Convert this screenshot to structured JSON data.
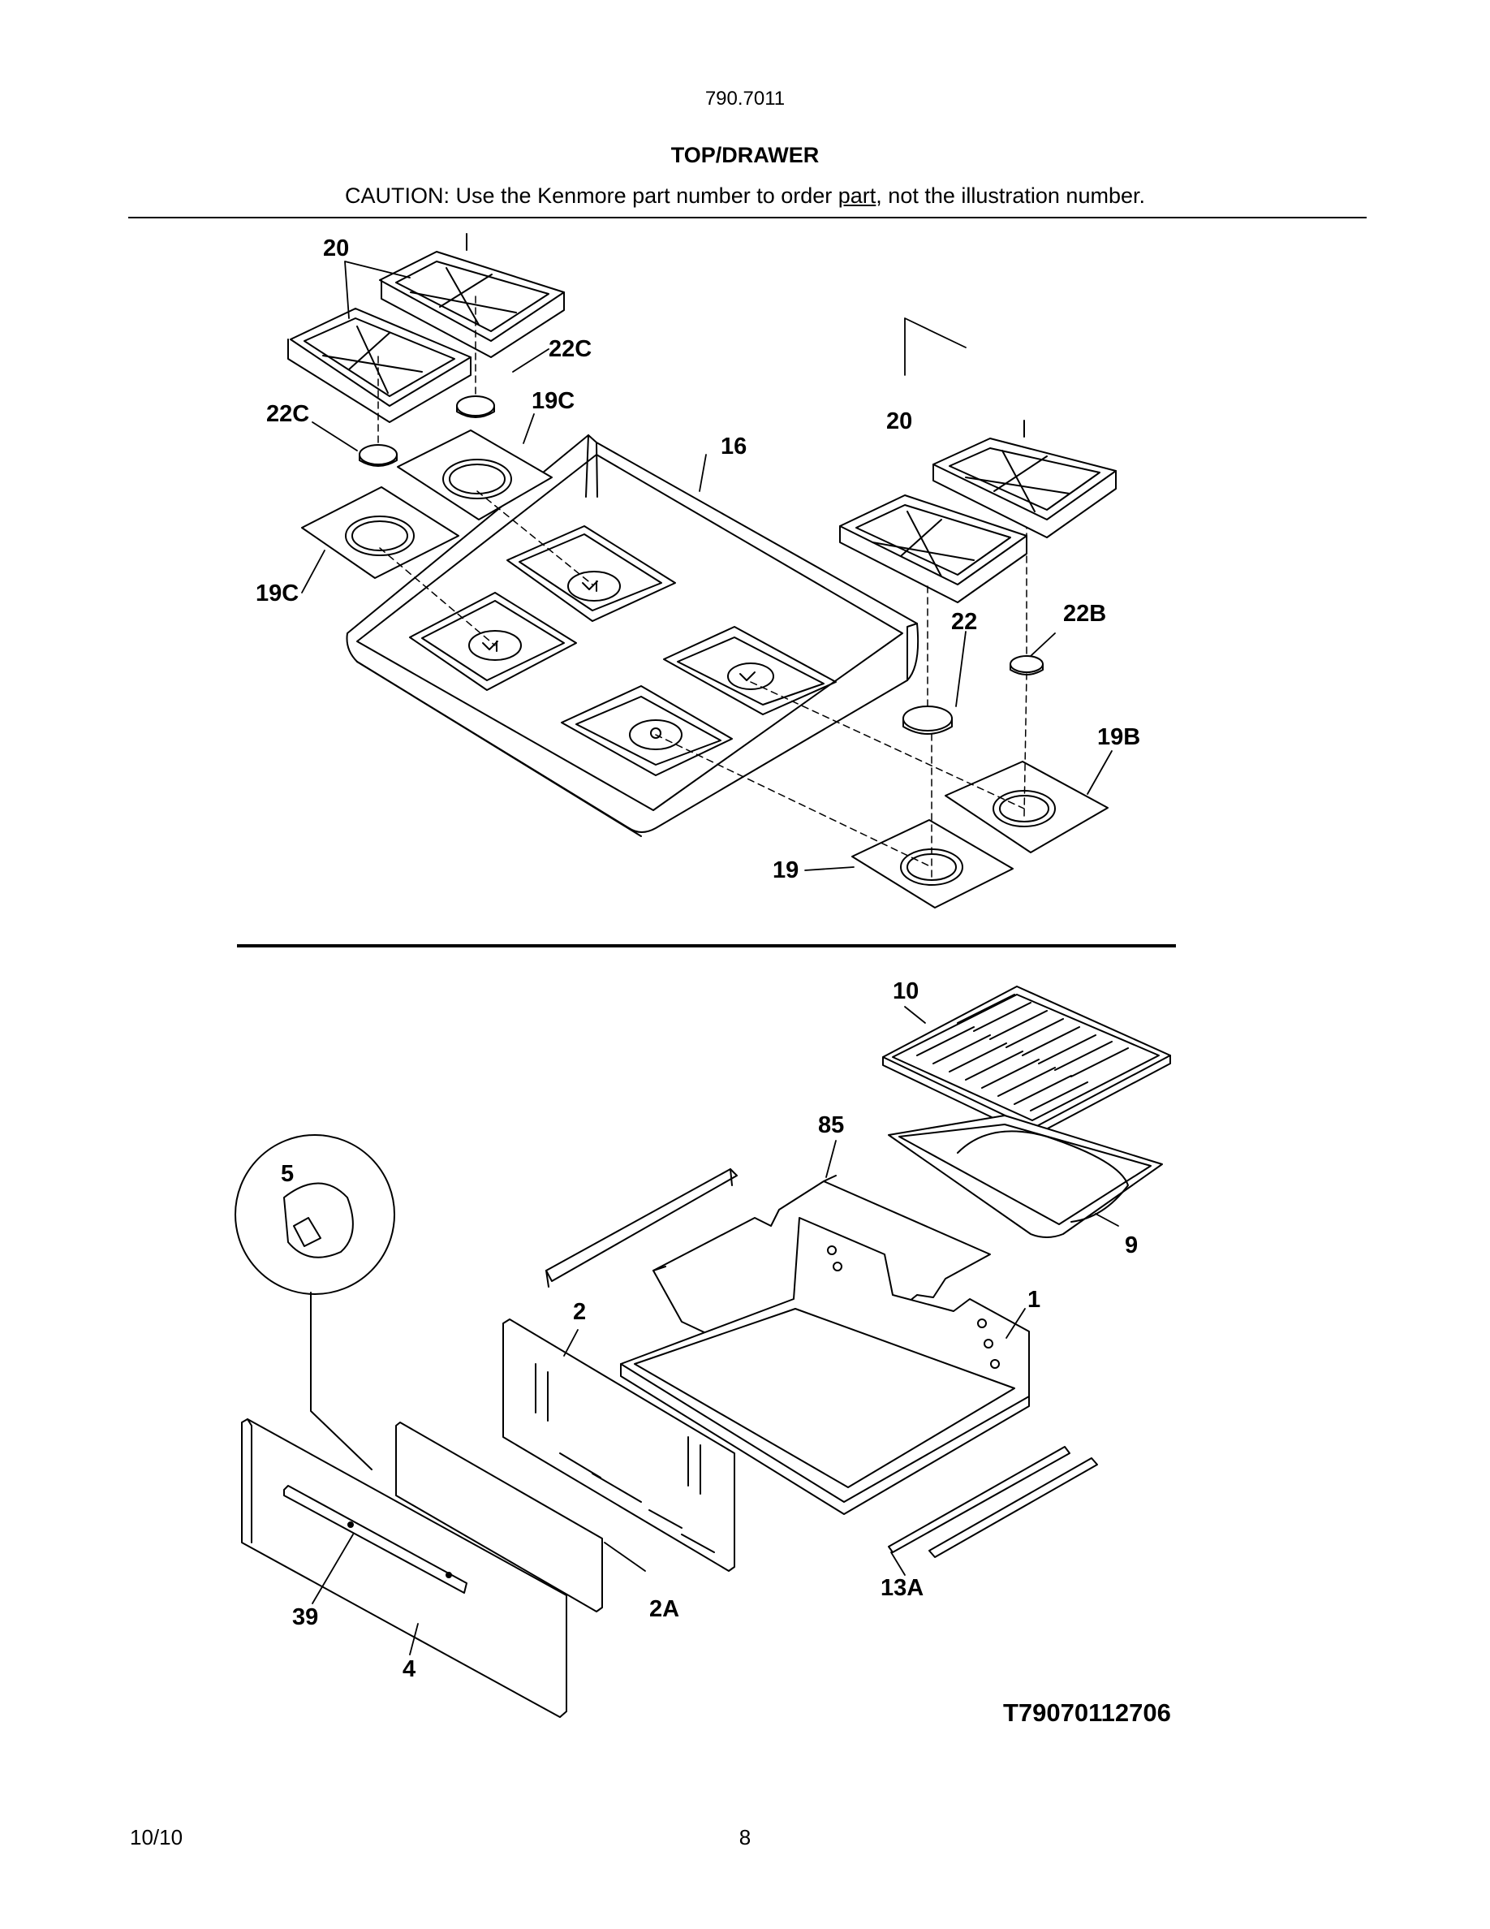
{
  "header": {
    "model_number": "790.7011",
    "section_title": "TOP/DRAWER",
    "caution_prefix": "CAUTION: Use the Kenmore part number to order ",
    "caution_underlined": "part",
    "caution_suffix": ", not the illustration number."
  },
  "top_callouts": [
    "20",
    "22C",
    "19C",
    "22C",
    "19C",
    "16",
    "20",
    "22",
    "22B",
    "19B",
    "19"
  ],
  "drawer_callouts": [
    "10",
    "85",
    "5",
    "9",
    "1",
    "2",
    "39",
    "2A",
    "13A",
    "4"
  ],
  "footer": {
    "figure_code": "T79070112706",
    "date": "10/10",
    "page_number": "8"
  }
}
